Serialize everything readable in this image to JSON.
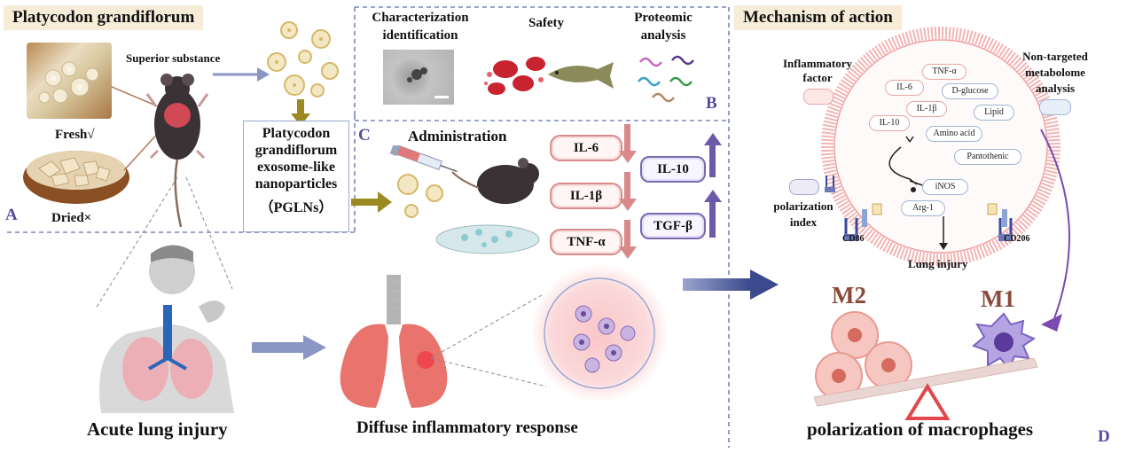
{
  "panels": {
    "A": {
      "title": "Platycodon grandiflorum",
      "letter": "A",
      "fresh_label": "Fresh√",
      "dried_label": "Dried×",
      "arrow_label": "Superior substance",
      "pglns_label": "Platycodon grandiflorum exosome-like nanoparticles （PGLNs）",
      "pglns_lines": [
        "Platycodon",
        "grandiflorum",
        "exosome-like",
        "nanoparticles",
        "（PGLNs）"
      ]
    },
    "B": {
      "letter": "B",
      "items": [
        "Characterization identification",
        "Safety",
        "Proteomic analysis"
      ],
      "item1_lines": [
        "Characterization",
        "identification"
      ],
      "item3_lines": [
        "Proteomic",
        "analysis"
      ]
    },
    "C": {
      "letter": "C",
      "administration_label": "Administration",
      "down_cytokines": [
        "IL-6",
        "IL-1β",
        "TNF-α"
      ],
      "up_cytokines": [
        "IL-10",
        "TGF-β"
      ]
    },
    "D": {
      "title": "Mechanism of action",
      "letter": "D",
      "inflammatory_factor": "Inflammatory factor",
      "non_targeted": "Non-targeted metabolome analysis",
      "non_targeted_lines": [
        "Non-targeted",
        "metabolome",
        "analysis"
      ],
      "polarization_index": "polarization index",
      "cell_red_tags": [
        "TNF-α",
        "IL-6",
        "IL-1β",
        "IL-10"
      ],
      "cell_blue_tags": [
        "D-glucose",
        "Lipid",
        "Amino acid",
        "Pantothenic"
      ],
      "inos": "iNOS",
      "arg1": "Arg-1",
      "cd86": "CD86",
      "cd206": "CD206",
      "lung_injury": "Lung injury",
      "m2": "M2",
      "m1": "M1",
      "footer": "polarization of macrophages"
    },
    "bottom": {
      "acute": "Acute lung injury",
      "diffuse": "Diffuse inflammatory response"
    }
  },
  "colors": {
    "dash": "#7a86b8",
    "arrow_blue": "#4a5a9c",
    "down_arrow": "#d9898a",
    "up_arrow": "#6c5aa8",
    "m_text": "#8b4a3a",
    "title_bg": "#f6ecd8",
    "balance_arrow": "#7a4ab0"
  }
}
